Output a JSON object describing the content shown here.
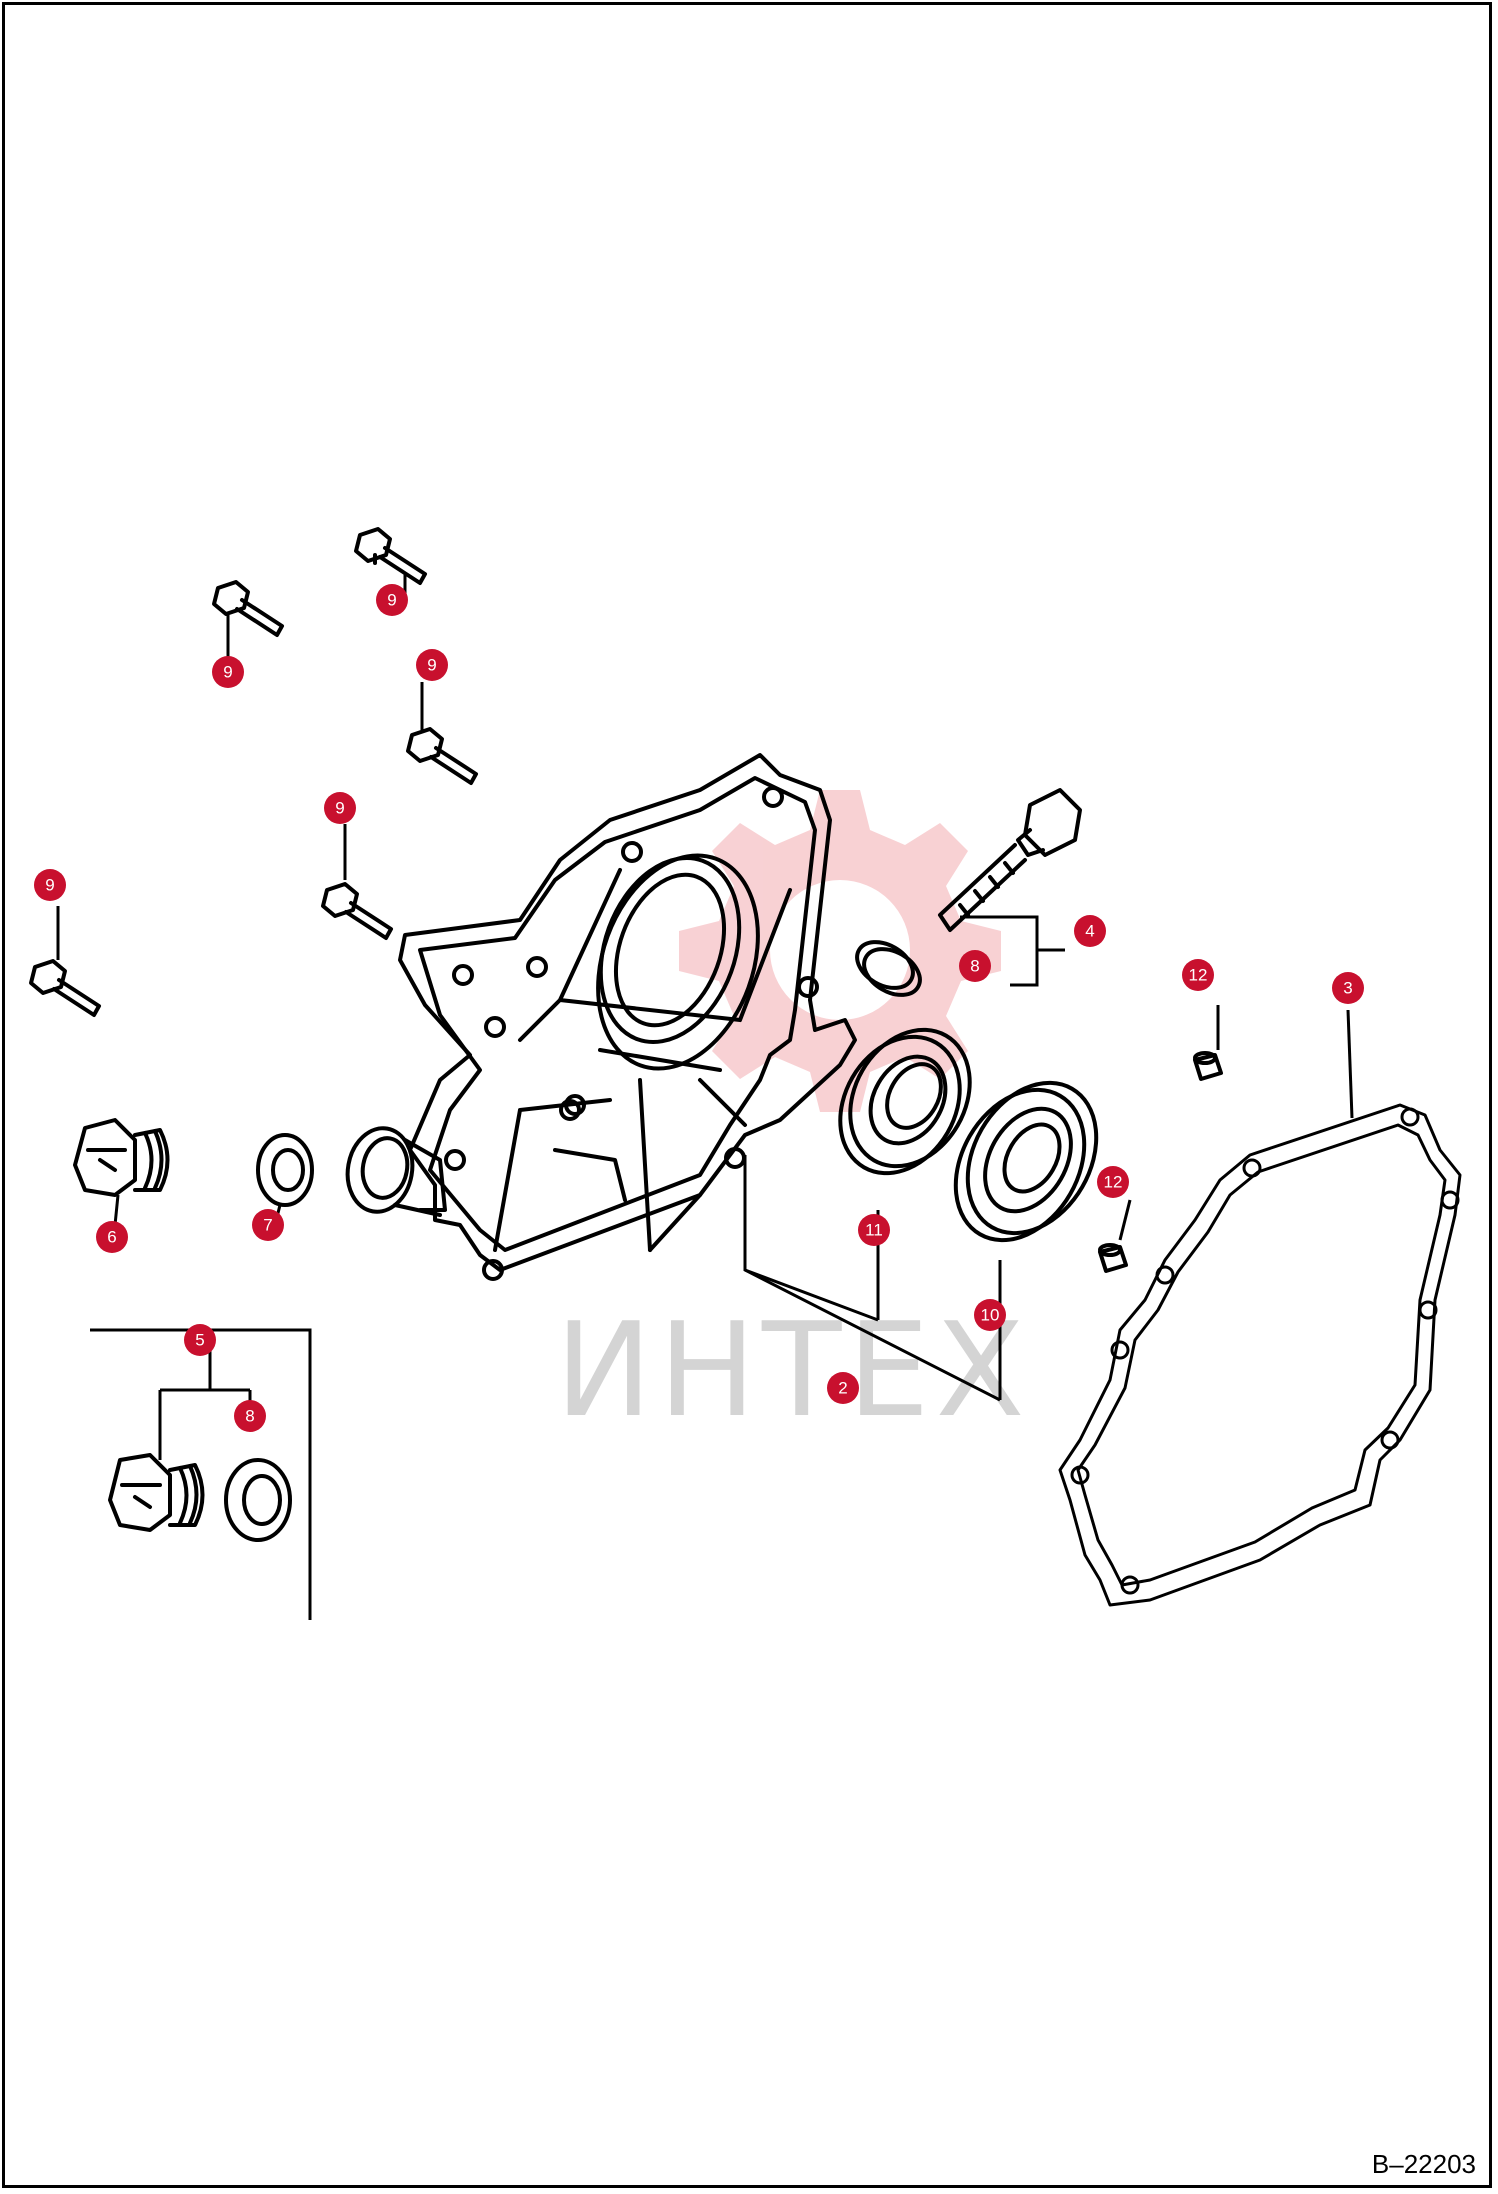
{
  "watermark": {
    "text": "ИНТЕХ",
    "gear_color": "#f7c9cc",
    "text_color": "#d4d4d4"
  },
  "sheet_number": "B–22203",
  "callout_color": "#c8102e",
  "callouts": [
    {
      "id": "c9a",
      "label": "9"
    },
    {
      "id": "c9b",
      "label": "9"
    },
    {
      "id": "c9c",
      "label": "9"
    },
    {
      "id": "c9d",
      "label": "9"
    },
    {
      "id": "c9e",
      "label": "9"
    },
    {
      "id": "c4",
      "label": "4"
    },
    {
      "id": "c8a",
      "label": "8"
    },
    {
      "id": "c12a",
      "label": "12"
    },
    {
      "id": "c3",
      "label": "3"
    },
    {
      "id": "c12b",
      "label": "12"
    },
    {
      "id": "c11",
      "label": "11"
    },
    {
      "id": "c10",
      "label": "10"
    },
    {
      "id": "c2",
      "label": "2"
    },
    {
      "id": "c6",
      "label": "6"
    },
    {
      "id": "c7",
      "label": "7"
    },
    {
      "id": "c5",
      "label": "5"
    },
    {
      "id": "c8b",
      "label": "8"
    }
  ]
}
